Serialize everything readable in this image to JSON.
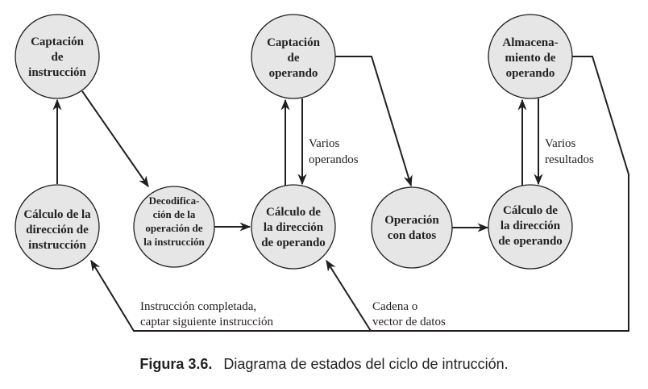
{
  "nodes": {
    "captacion_instruccion": [
      "Captación",
      "de",
      "instrucción"
    ],
    "calculo_dir_instruccion": [
      "Cálculo de la",
      "dirección de",
      "instrucción"
    ],
    "decodificacion": [
      "Decodifica-",
      "ción de la",
      "operación de",
      "la instrucción"
    ],
    "captacion_operando": [
      "Captación",
      "de",
      "operando"
    ],
    "calculo_dir_operando_1": [
      "Cálculo de",
      "la dirección",
      "de operando"
    ],
    "operacion_datos": [
      "Operación",
      "con datos"
    ],
    "almacenamiento_operando": [
      "Almacena-",
      "miento de",
      "operando"
    ],
    "calculo_dir_operando_2": [
      "Cálculo de",
      "la dirección",
      "de operando"
    ]
  },
  "edge_labels": {
    "varios_operandos": [
      "Varios",
      "operandos"
    ],
    "varios_resultados": [
      "Varios",
      "resultados"
    ],
    "instruccion_completada": [
      "Instrucción completada,",
      "captar siguiente instrucción"
    ],
    "cadena_vector": [
      "Cadena o",
      "vector de datos"
    ]
  },
  "caption": {
    "number": "Figura 3.6.",
    "text": "Diagrama de estados del ciclo de intrucción."
  }
}
